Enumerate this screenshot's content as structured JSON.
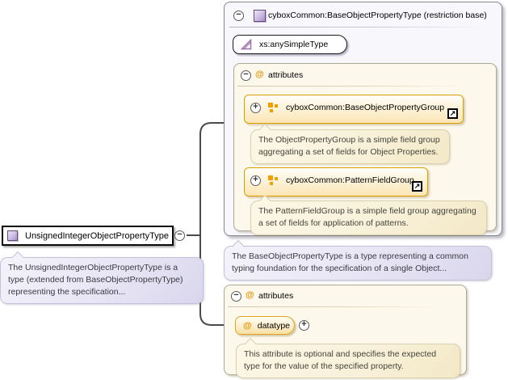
{
  "diagram": {
    "root": {
      "label": "UnsignedIntegerObjectPropertyType",
      "annotation": "The UnsignedIntegerObjectPropertyType is a type (extended from BaseObjectPropertyType) representing the specification..."
    },
    "base_panel": {
      "title": "cyboxCommon:BaseObjectPropertyType (restriction base)",
      "simple_type_label": "xs:anySimpleType",
      "attributes_header": "attributes",
      "groups": [
        {
          "label": "cyboxCommon:BaseObjectPropertyGroup",
          "annotation": "The ObjectPropertyGroup is a simple field group aggregating a set of fields for Object Properties."
        },
        {
          "label": "cyboxCommon:PatternFieldGroup",
          "annotation": "The PatternFieldGroup is a simple field group aggregating a set of fields for application of patterns."
        }
      ],
      "annotation": "The BaseObjectPropertyType is a type representing a common typing foundation for the specification of a single Object..."
    },
    "attributes_panel": {
      "header": "attributes",
      "attribute": {
        "name": "datatype",
        "annotation": "This attribute is optional and specifies the expected type for the value of the specified property."
      }
    },
    "glyphs": {
      "minus": "−",
      "plus": "+",
      "at": "@",
      "link_arrow": "↗"
    },
    "colors": {
      "accent_orange": "#e59400",
      "group_border": "#dba000",
      "purple_icon_border": "#67497f",
      "panel_lavender": "#f8f8fc",
      "panel_cream": "#fcf8ec",
      "connector": "#4a4a4a"
    }
  }
}
